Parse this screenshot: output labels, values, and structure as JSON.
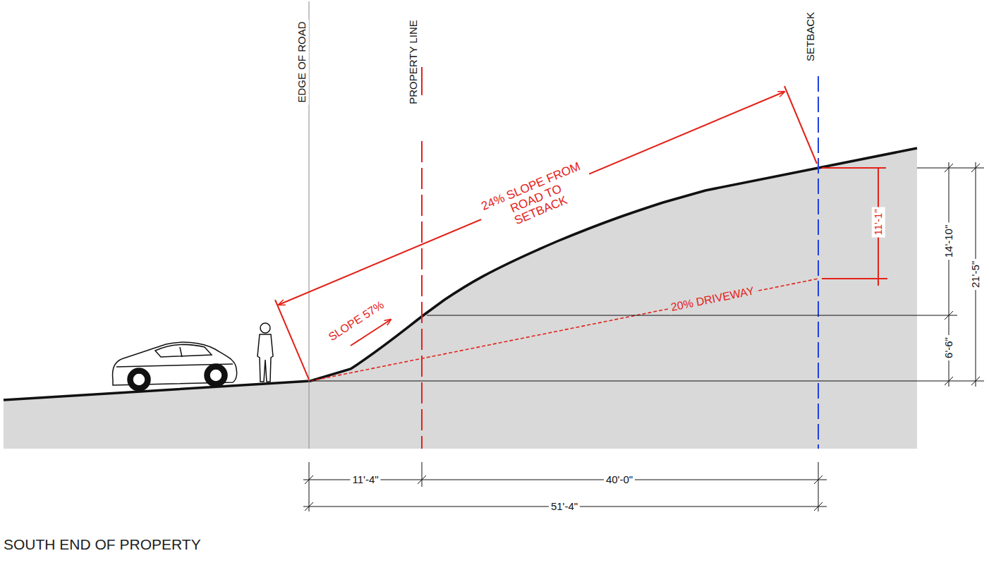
{
  "diagram": {
    "title": "SOUTH END OF PROPERTY",
    "labels": [
      "EDGE OF ROAD",
      "PROPERTY LINE",
      "SETBACK",
      "24% SLOPE FROM ROAD TO SETBACK",
      "SLOPE 57%",
      "20% DRIVEWAY",
      "11'-1\"",
      "14'-10\"",
      "21'-5\"",
      "6'-6\"",
      "11'-4\"",
      "40'-0\"",
      "51'-4\""
    ]
  }
}
